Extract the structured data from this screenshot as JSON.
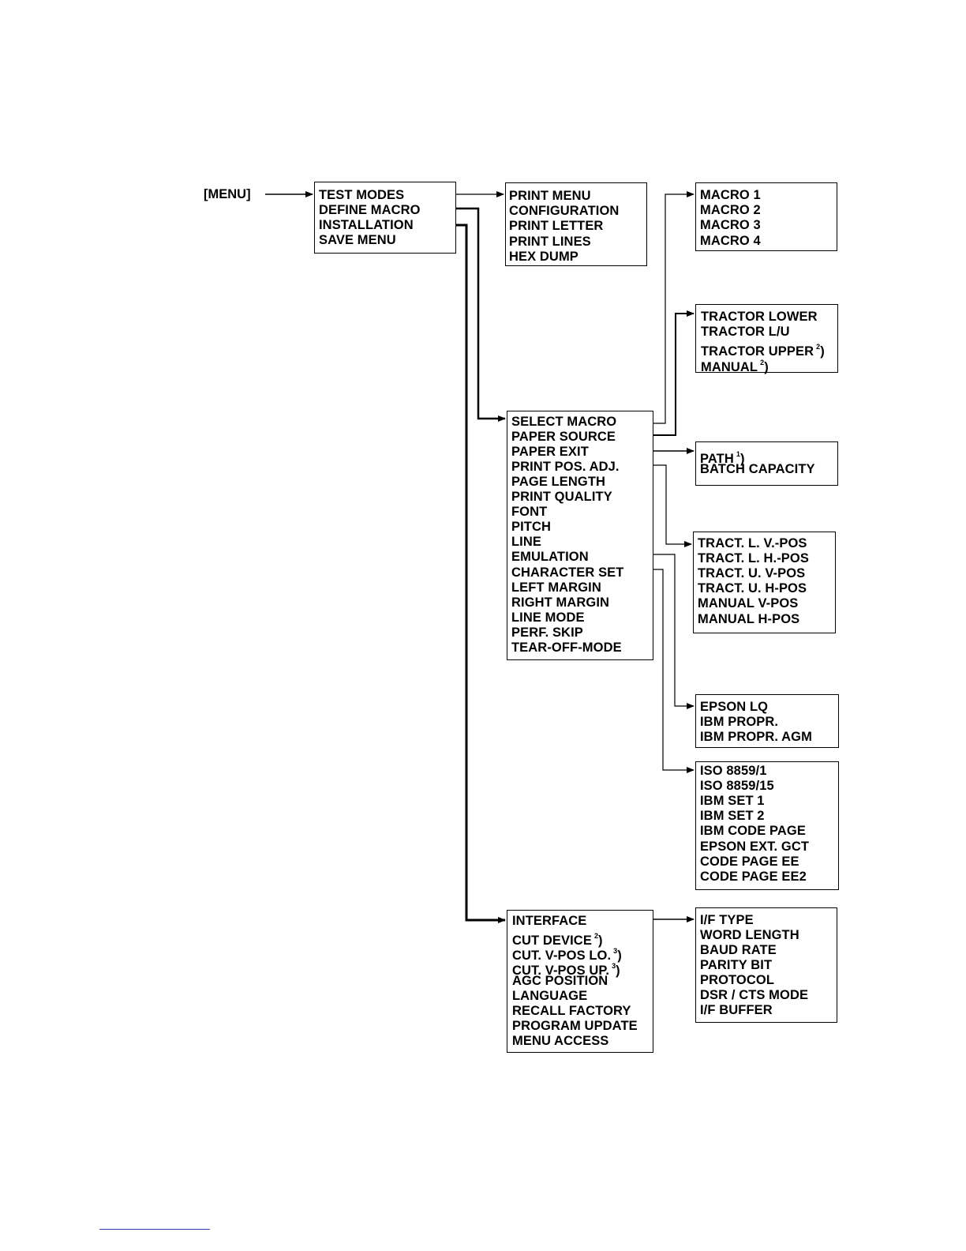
{
  "menu_label": "[MENU]",
  "boxes": {
    "main": [
      "TEST MODES",
      "DEFINE MACRO",
      "INSTALLATION",
      "SAVE MENU"
    ],
    "test_modes": [
      "PRINT MENU",
      "CONFIGURATION",
      "PRINT LETTER",
      "PRINT LINES",
      "HEX DUMP"
    ],
    "macros": [
      "MACRO 1",
      "MACRO 2",
      "MACRO 3",
      "MACRO 4"
    ],
    "paper_source": [
      {
        "text": "TRACTOR LOWER"
      },
      {
        "text": "TRACTOR L/U"
      },
      {
        "text": "TRACTOR UPPER",
        "note": "2",
        "paren": ")"
      },
      {
        "text": "MANUAL",
        "note": "2",
        "paren": ")"
      }
    ],
    "define_macro": [
      "SELECT MACRO",
      "PAPER SOURCE",
      "PAPER EXIT",
      "PRINT POS.  ADJ.",
      "PAGE LENGTH",
      "PRINT QUALITY",
      "FONT",
      "PITCH",
      "LINE",
      "EMULATION",
      "CHARACTER SET",
      "LEFT MARGIN",
      "RIGHT MARGIN",
      "LINE MODE",
      "PERF.  SKIP",
      "TEAR-OFF-MODE"
    ],
    "paper_exit": [
      {
        "text": "PATH",
        "note": "1",
        "paren": ")"
      },
      {
        "text": "BATCH CAPACITY"
      }
    ],
    "print_pos": [
      "TRACT. L.  V.-POS",
      "TRACT. L.  H.-POS",
      "TRACT. U. V-POS",
      "TRACT. U. H-POS",
      "MANUAL    V-POS",
      "MANUAL    H-POS"
    ],
    "emulation": [
      "EPSON LQ",
      "IBM PROPR.",
      "IBM PROPR. AGM"
    ],
    "charset": [
      "ISO 8859/1",
      "ISO 8859/15",
      "IBM SET 1",
      "IBM SET 2",
      "IBM CODE PAGE",
      "EPSON EXT. GCT",
      "CODE PAGE EE",
      "CODE PAGE EE2"
    ],
    "installation": [
      {
        "text": "INTERFACE"
      },
      {
        "text": "CUT DEVICE",
        "note": "2",
        "paren": ")"
      },
      {
        "text": "CUT.  V-POS LO.",
        "note": "3",
        "paren": ")"
      },
      {
        "text": "CUT.  V-POS UP.",
        "note": "3",
        "paren": ")"
      },
      {
        "text": "AGC POSITION"
      },
      {
        "text": "LANGUAGE"
      },
      {
        "text": "RECALL FACTORY"
      },
      {
        "text": "PROGRAM UPDATE"
      },
      {
        "text": "MENU ACCESS"
      }
    ],
    "interface": [
      "I/F  TYPE",
      "WORD LENGTH",
      "BAUD RATE",
      "PARITY BIT",
      "PROTOCOL",
      "DSR / CTS MODE",
      "I/F BUFFER"
    ]
  }
}
